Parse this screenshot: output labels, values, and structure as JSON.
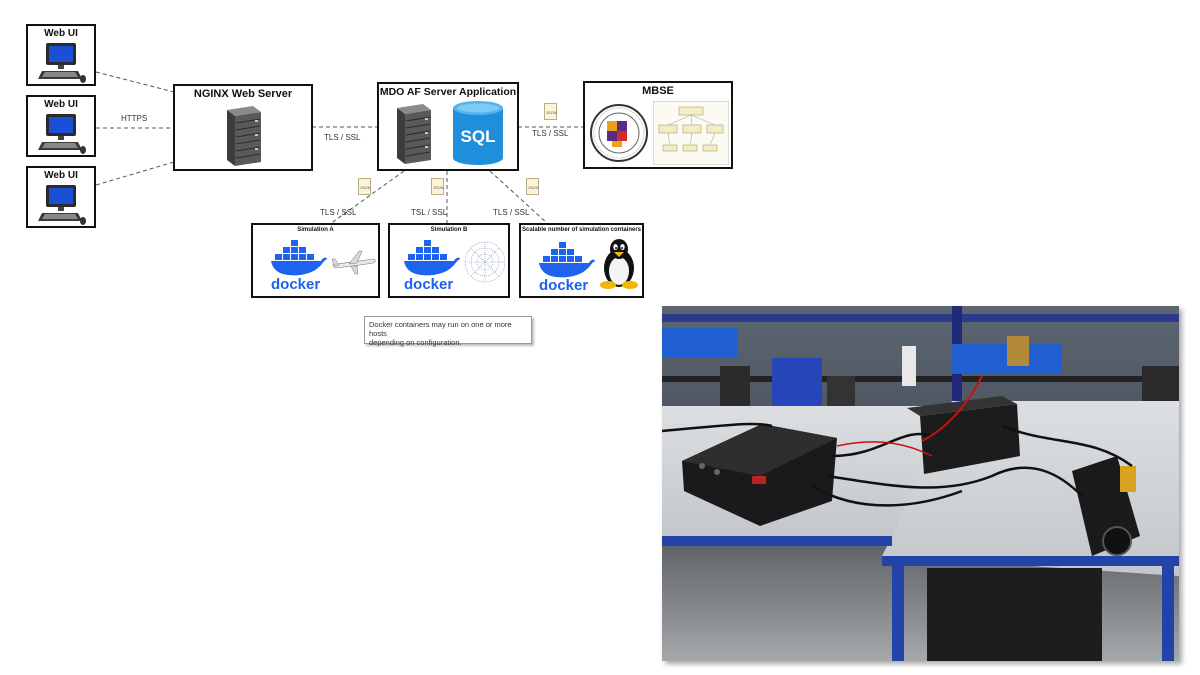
{
  "web_clients": [
    {
      "label": "Web UI"
    },
    {
      "label": "Web UI"
    },
    {
      "label": "Web UI"
    }
  ],
  "nginx": {
    "label": "NGINX Web Server"
  },
  "mdo": {
    "label": "MDO AF Server Application",
    "sql_label": "SQL"
  },
  "mbse": {
    "label": "MBSE"
  },
  "edges": {
    "https": "HTTPS",
    "nginx_mdo": "TLS / SSL",
    "mdo_mbse": "TLS / SSL",
    "mdo_sim_a": "TLS / SSL",
    "mdo_sim_b": "TSL / SSL",
    "mdo_sim_c": "TLS / SSL"
  },
  "json_tag": "JSON",
  "simulations": [
    {
      "label": "Simulation A",
      "docker": "docker",
      "icon": "airplane-icon"
    },
    {
      "label": "Simulation B",
      "docker": "docker",
      "icon": "radar-polar-icon"
    },
    {
      "label": "Scalable number of simulation containers",
      "docker": "docker",
      "icon": "linux-penguin-icon"
    }
  ],
  "note": {
    "line1": "Docker containers may run on one or more hosts",
    "line2": "depending on configuration."
  },
  "colors": {
    "docker_blue": "#1d63ed",
    "sql_blue": "#1f8fdc",
    "server_gray": "#5a5a5a",
    "omg_purple": "#5b2a86"
  }
}
